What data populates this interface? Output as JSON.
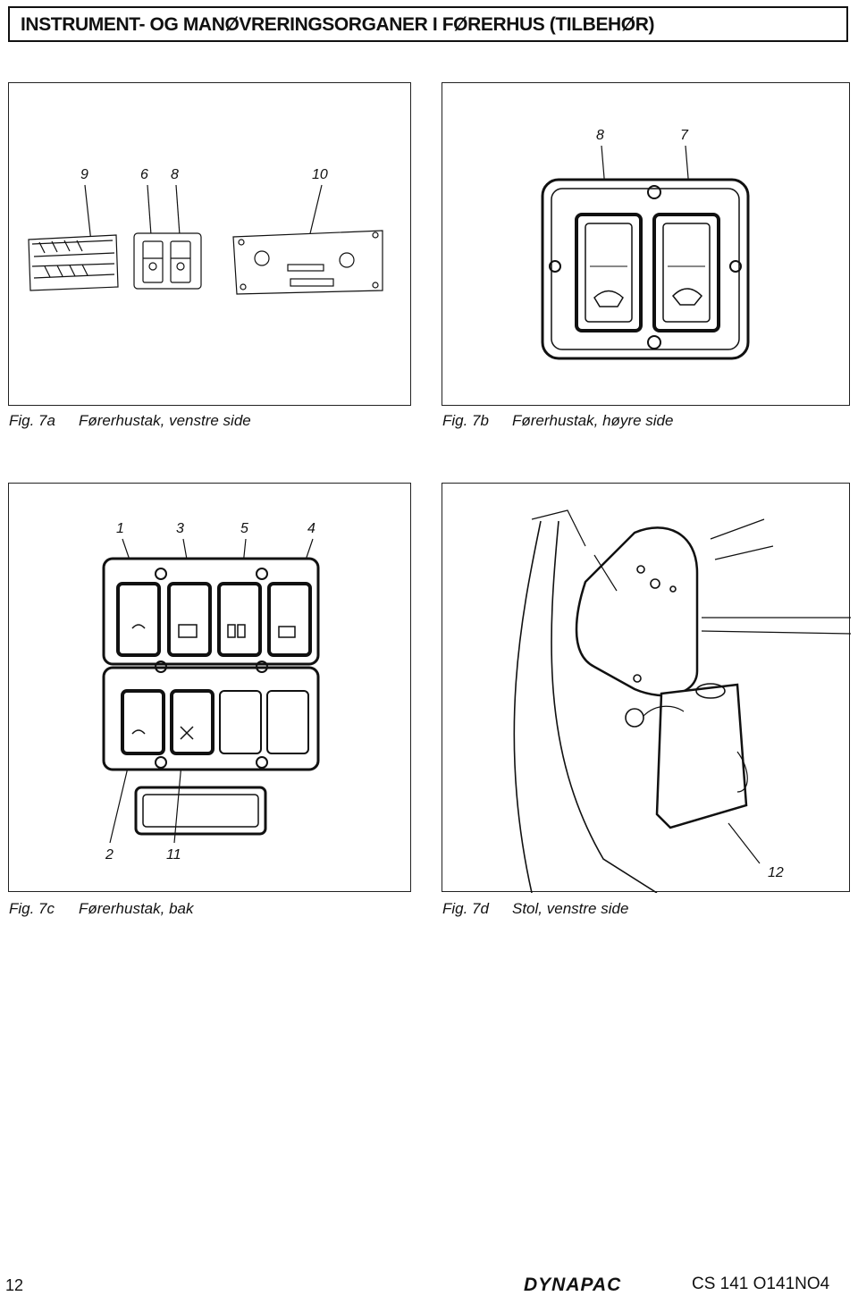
{
  "header": {
    "title": "INSTRUMENT- OG MANØVRERINGSORGANER I FØRERHUS (TILBEHØR)"
  },
  "figures": {
    "fig7a": {
      "num": "Fig. 7a",
      "caption": "Førerhustak, venstre side",
      "callouts": {
        "c9": "9",
        "c6": "6",
        "c8": "8",
        "c10": "10"
      }
    },
    "fig7b": {
      "num": "Fig. 7b",
      "caption": "Førerhustak, høyre side",
      "callouts": {
        "c8": "8",
        "c7": "7"
      }
    },
    "fig7c": {
      "num": "Fig. 7c",
      "caption": "Førerhustak, bak",
      "callouts": {
        "c1": "1",
        "c3": "3",
        "c5": "5",
        "c4": "4",
        "c2": "2",
        "c11": "11"
      }
    },
    "fig7d": {
      "num": "Fig. 7d",
      "caption": "Stol, venstre side",
      "callouts": {
        "c12": "12"
      }
    }
  },
  "footer": {
    "page_number": "12",
    "brand": "DYNAPAC",
    "doc_code": "CS 141  O141NO4"
  }
}
